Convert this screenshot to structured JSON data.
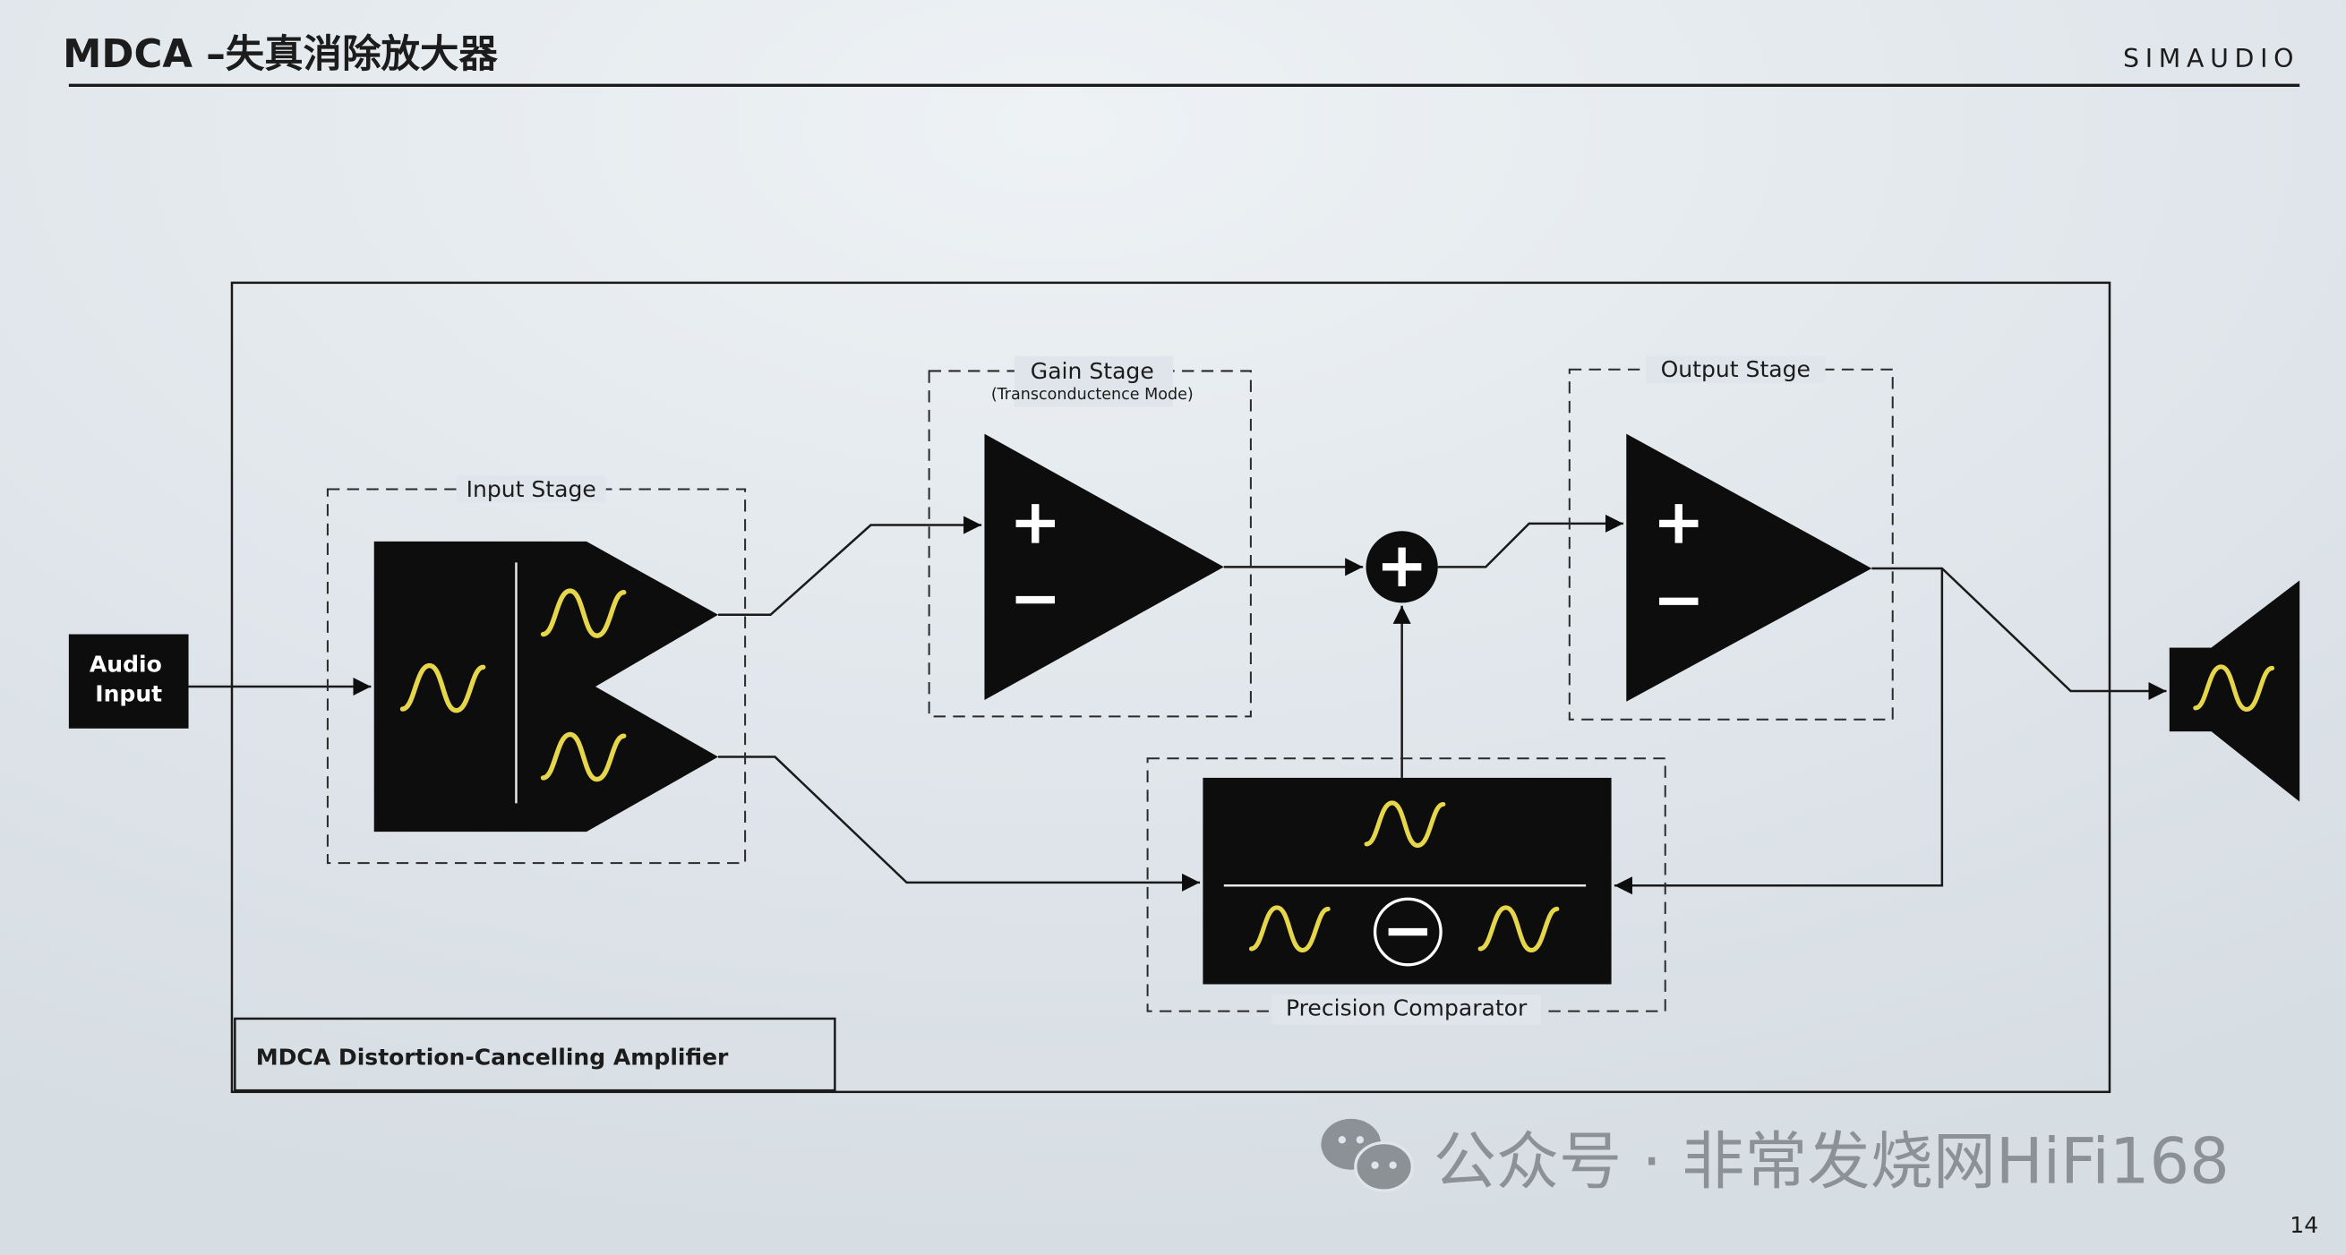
{
  "header": {
    "title": "MDCA –失真消除放大器",
    "brand": "SIMAUDIO"
  },
  "diagram": {
    "audio_input": [
      "Audio",
      "Input"
    ],
    "input_stage": "Input Stage",
    "gain_stage": "Gain Stage",
    "gain_stage_mode": "(Transconductence Mode)",
    "output_stage": "Output Stage",
    "precision_comparator": "Precision Comparator",
    "frame_label": "MDCA Distortion-Cancelling Amplifier"
  },
  "watermark": "公众号 · 非常发烧网HiFi168",
  "page_number": "14",
  "colors": {
    "background": "#dfe5ea",
    "block": "#0d0d0d",
    "wave": "#e6d64a",
    "watermark": "#8c9195"
  }
}
